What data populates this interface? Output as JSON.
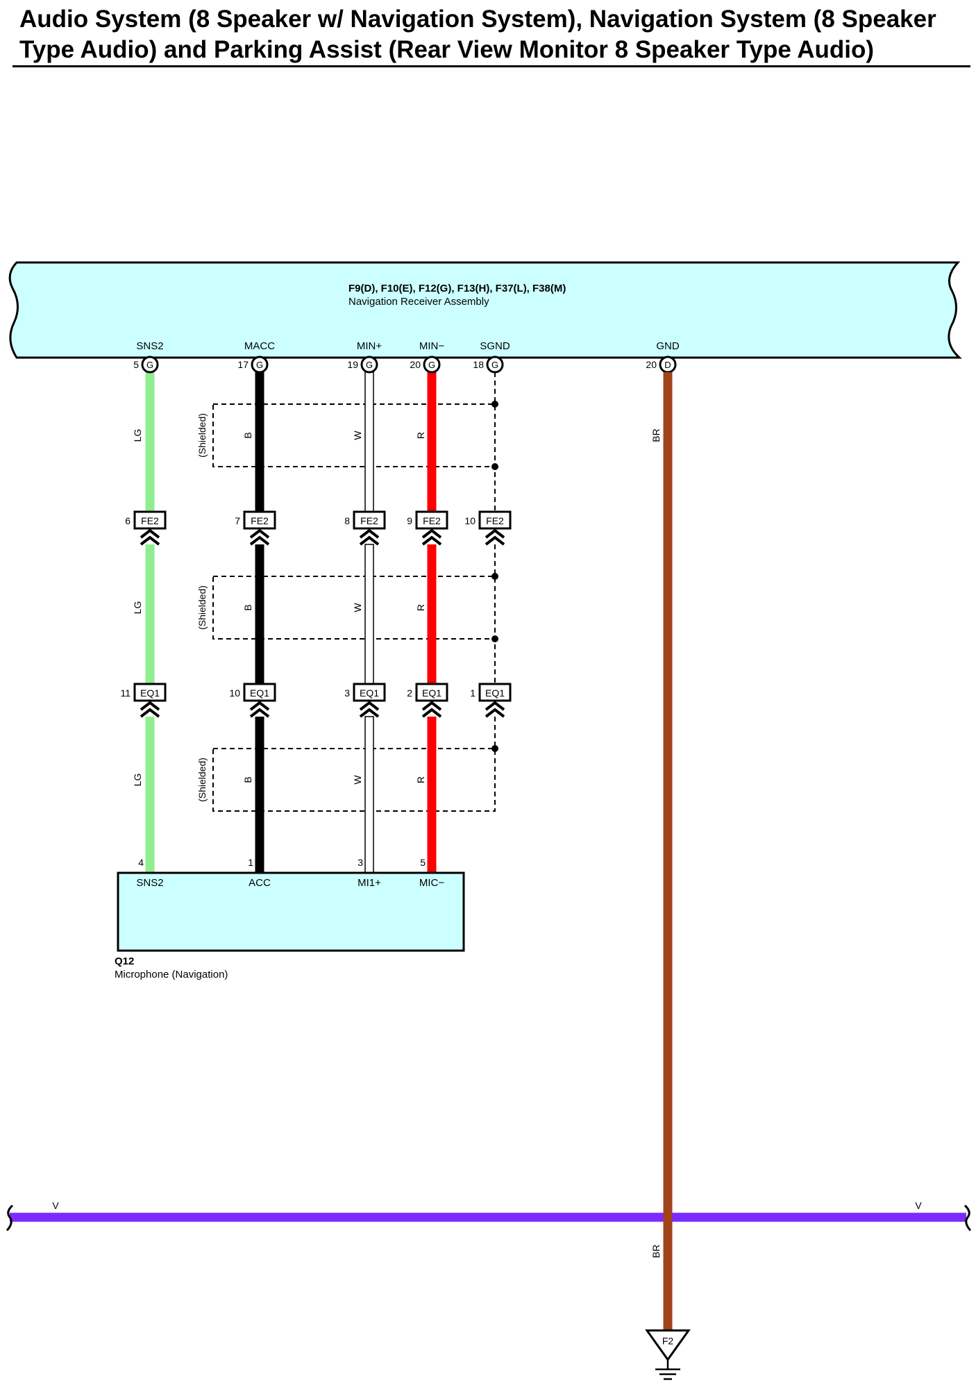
{
  "title": {
    "line1": "Audio System (8 Speaker w/ Navigation System), Navigation System (8 Speaker",
    "line2": "Type Audio) and Parking Assist (Rear View Monitor 8 Speaker Type Audio)"
  },
  "receiver": {
    "connectors": "F9(D), F10(E), F12(G), F13(H), F37(L), F38(M)",
    "name": "Navigation Receiver Assembly",
    "pins": [
      {
        "label": "SNS2",
        "num": "5",
        "conn": "G"
      },
      {
        "label": "MACC",
        "num": "17",
        "conn": "G"
      },
      {
        "label": "MIN+",
        "num": "19",
        "conn": "G"
      },
      {
        "label": "MIN−",
        "num": "20",
        "conn": "G"
      },
      {
        "label": "SGND",
        "num": "18",
        "conn": "G"
      },
      {
        "label": "GND",
        "num": "20",
        "conn": "D"
      }
    ]
  },
  "shield_label": "(Shielded)",
  "wire_colors": {
    "sns2": "LG",
    "macc": "B",
    "min_plus": "W",
    "min_minus": "R",
    "gnd": "BR",
    "bus": "V"
  },
  "colors": {
    "LG": "#90ee90",
    "B": "#000000",
    "W": "#ffffff",
    "R": "#ff0000",
    "BR": "#a0431a",
    "V": "#7a2cff",
    "box_fill": "#ccffff"
  },
  "connector_fe2": {
    "name": "FE2",
    "pins": [
      "6",
      "7",
      "8",
      "9",
      "10"
    ]
  },
  "connector_eq1": {
    "name": "EQ1",
    "pins": [
      "11",
      "10",
      "3",
      "2",
      "1"
    ]
  },
  "microphone": {
    "id": "Q12",
    "name": "Microphone (Navigation)",
    "pins": [
      {
        "label": "SNS2",
        "num": "4"
      },
      {
        "label": "ACC",
        "num": "1"
      },
      {
        "label": "MI1+",
        "num": "3"
      },
      {
        "label": "MIC−",
        "num": "5"
      }
    ]
  },
  "ground": {
    "id": "F2"
  }
}
